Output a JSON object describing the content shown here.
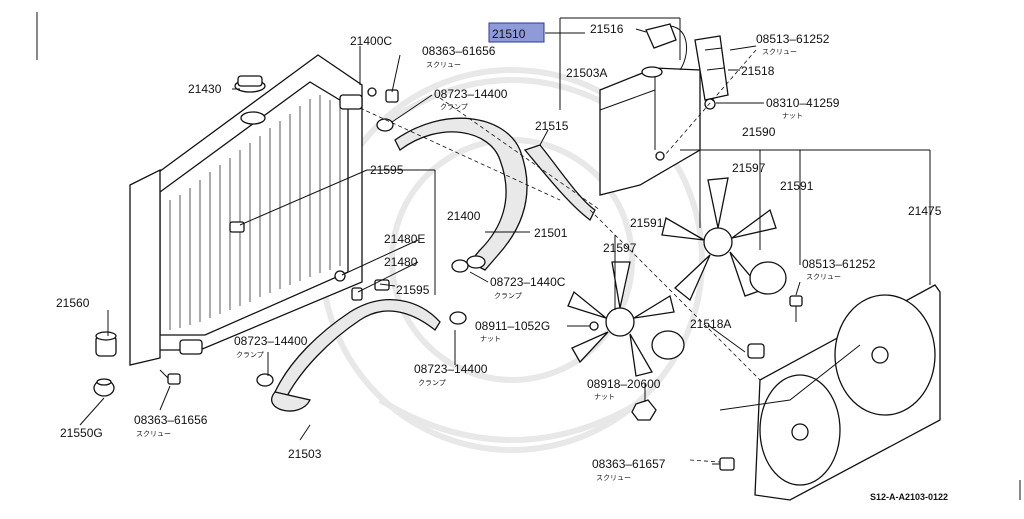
{
  "highlighted_part": "21510",
  "diagram_id": "S12-A-A2103-0122",
  "labels": {
    "p21510": "21510",
    "p21516": "21516",
    "p21503A": "21503A",
    "p21515": "21515",
    "p08513a": "08513–61252",
    "p08513a_jp": "スクリュー",
    "p21518": "21518",
    "p08310": "08310–41259",
    "p08310_jp": "ナット",
    "p21590": "21590",
    "p21597a": "21597",
    "p21591a": "21591",
    "p21475": "21475",
    "p21400C": "21400C",
    "p08363a": "08363–61656",
    "p08363a_jp": "スクリュー",
    "p21430": "21430",
    "p08723a": "08723–14400",
    "p08723a_jp": "クランプ",
    "p21595a": "21595",
    "p21400": "21400",
    "p21480E": "21480E",
    "p21480": "21480",
    "p21595b": "21595",
    "p21501": "21501",
    "p08723b": "08723–1440C",
    "p08723b_jp": "クランプ",
    "p21591b": "21591",
    "p21597b": "21597",
    "p08513b": "08513–61252",
    "p08513b_jp": "スクリュー",
    "p21560": "21560",
    "p08911": "08911–1052G",
    "p08911_jp": "ナット",
    "p21518A": "21518A",
    "p08723c": "08723–14400",
    "p08723c_jp": "クランプ",
    "p08723d": "08723–14400",
    "p08723d_jp": "クランプ",
    "p08918": "08918–20600",
    "p08918_jp": "ナット",
    "p21550G": "21550G",
    "p08363b": "08363–61656",
    "p08363b_jp": "スクリュー",
    "p21503": "21503",
    "p08363c": "08363–61657",
    "p08363c_jp": "スクリュー"
  }
}
